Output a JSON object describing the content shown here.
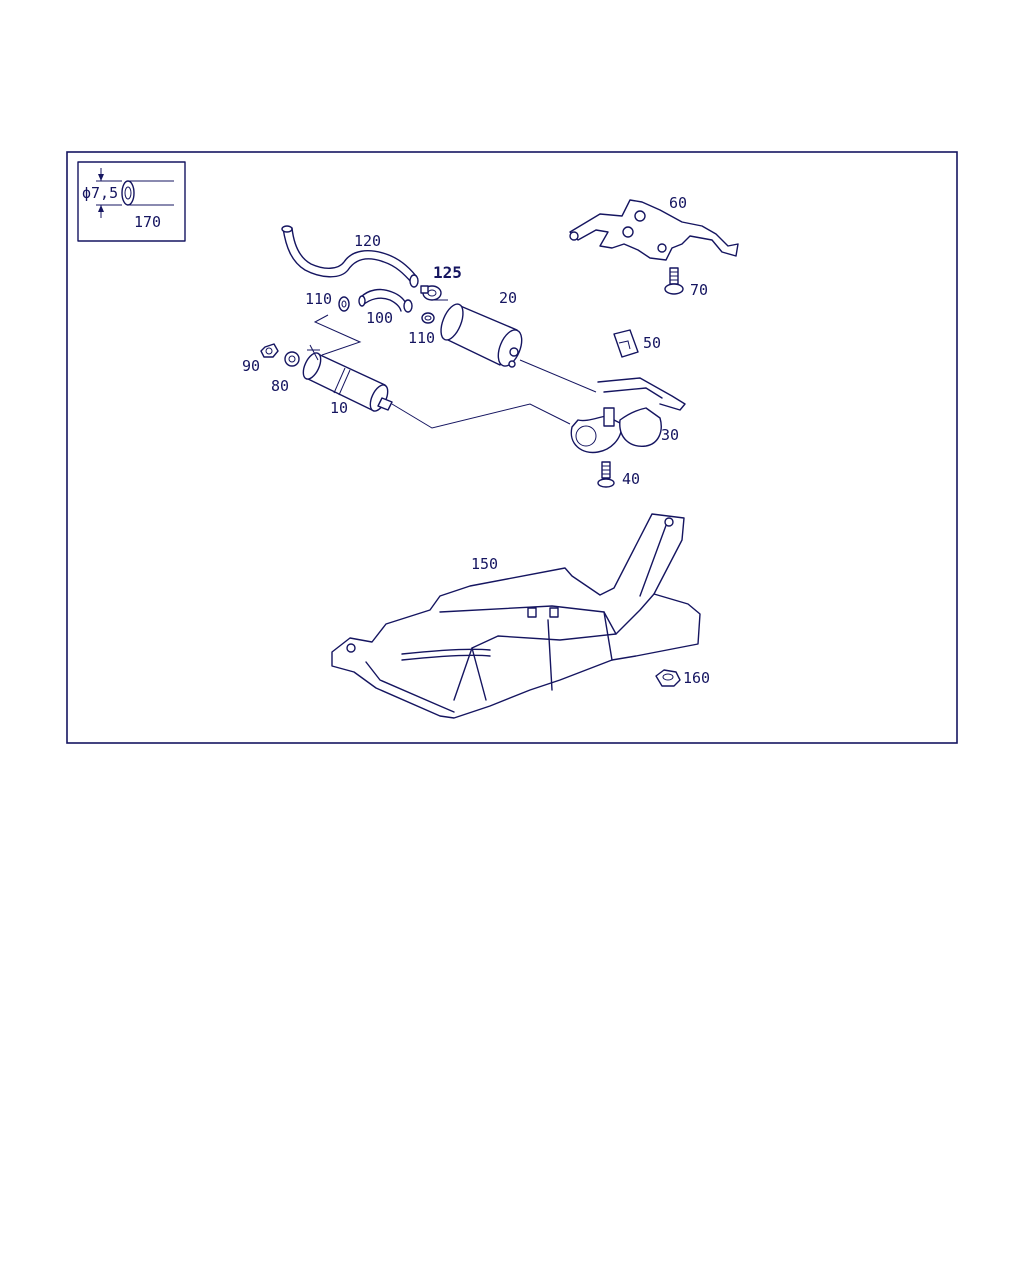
{
  "diagram": {
    "inset": {
      "diameter": "ϕ7,5",
      "part": "170"
    },
    "callouts": {
      "p10": "10",
      "p20": "20",
      "p30": "30",
      "p40": "40",
      "p50": "50",
      "p60": "60",
      "p70": "70",
      "p80": "80",
      "p90": "90",
      "p100": "100",
      "p110a": "110",
      "p110b": "110",
      "p120": "120",
      "p125": "125",
      "p150": "150",
      "p160": "160"
    },
    "colors": {
      "line": "#151560",
      "background": "#ffffff"
    }
  }
}
